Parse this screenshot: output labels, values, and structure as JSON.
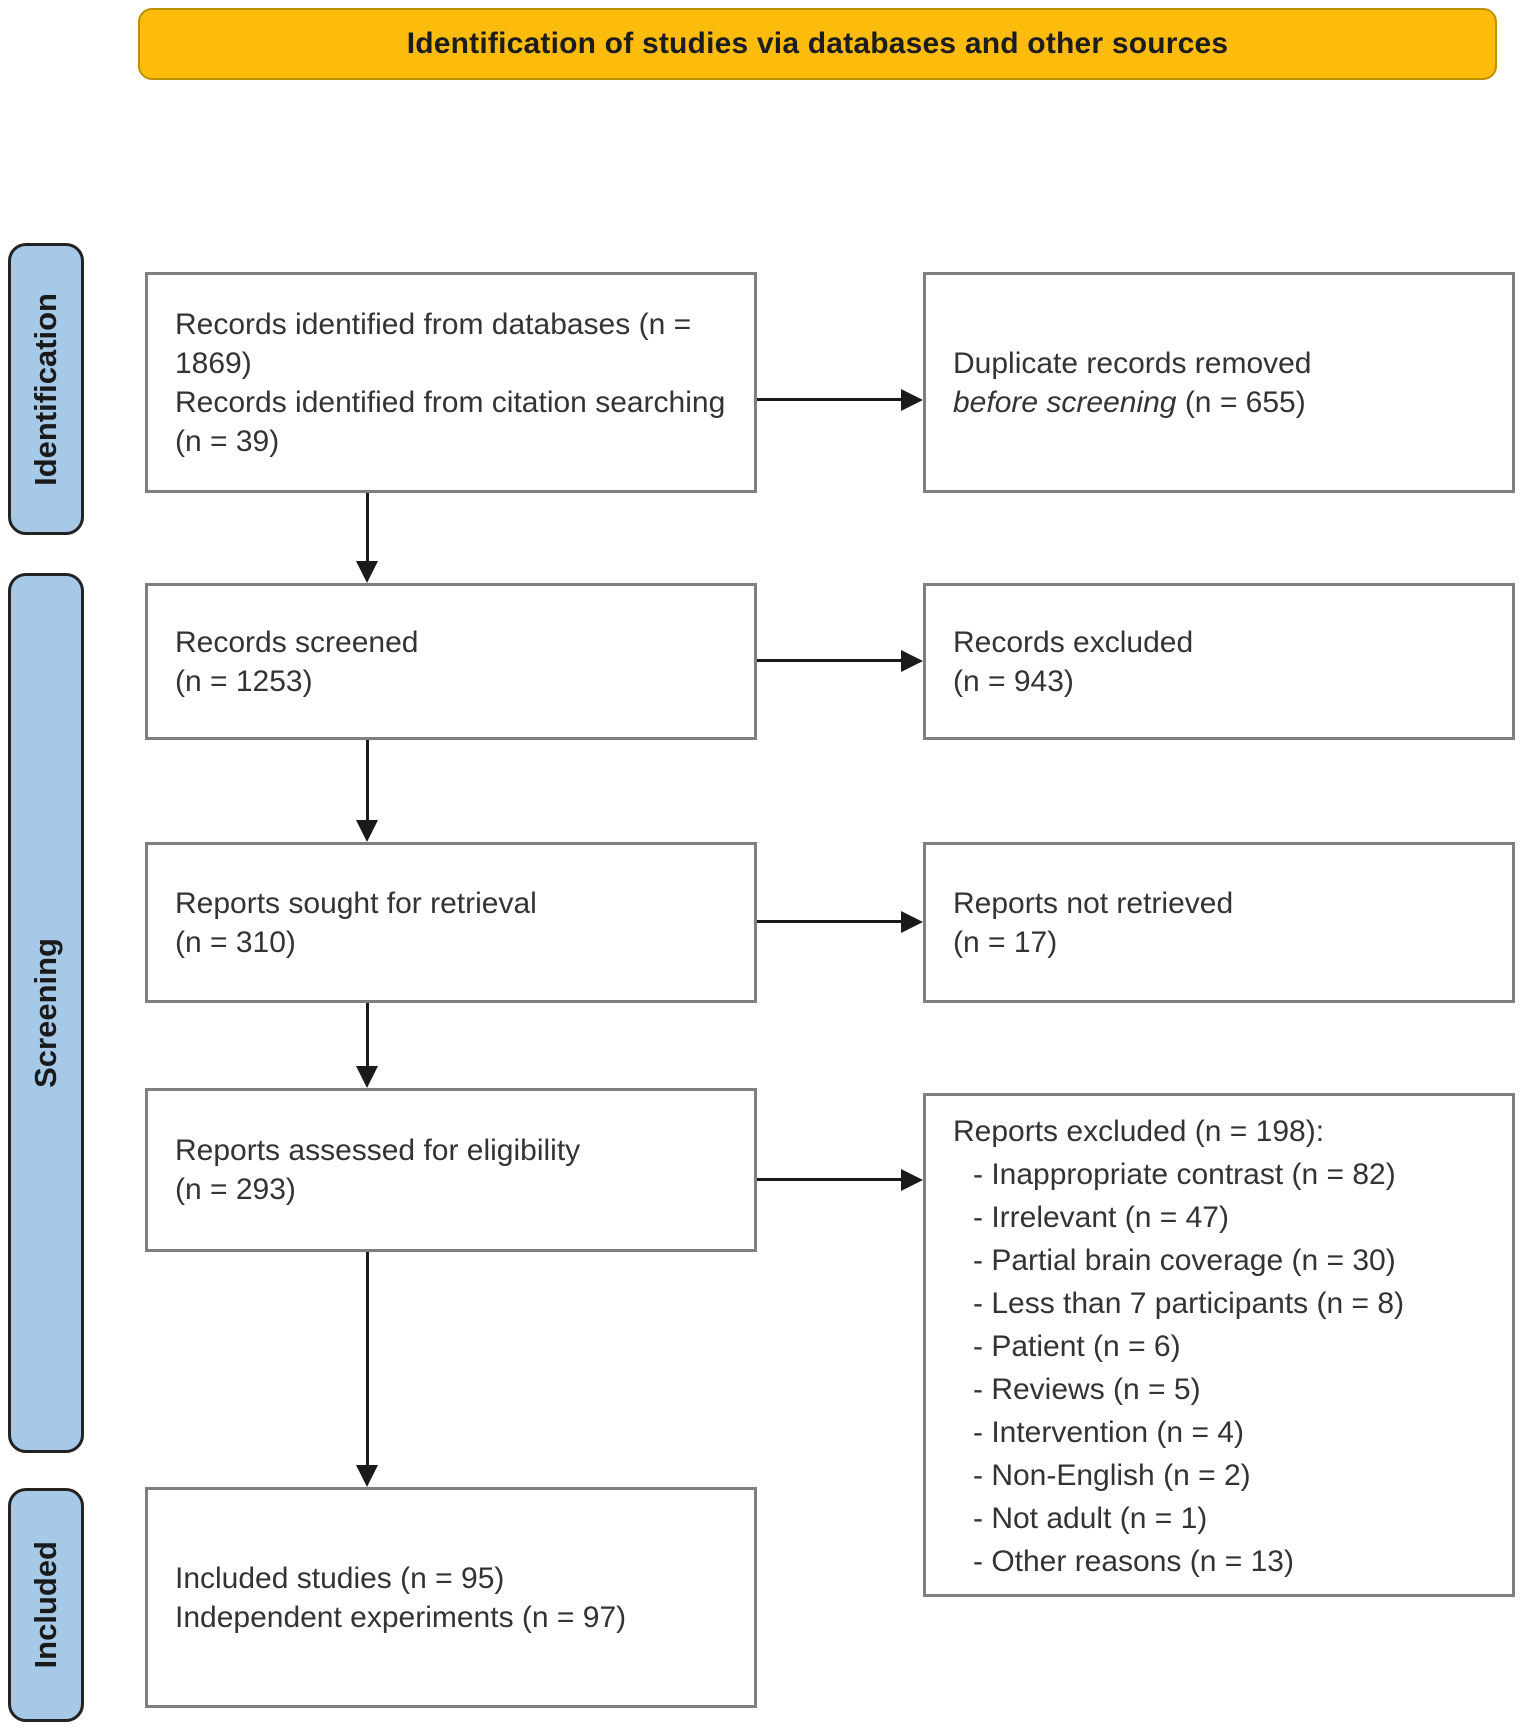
{
  "header": {
    "title": "Identification of studies via databases and other sources"
  },
  "sidebar": {
    "stages": [
      {
        "label": "Identification"
      },
      {
        "label": "Screening"
      },
      {
        "label": "Included"
      }
    ]
  },
  "boxes": {
    "identified": {
      "line1": "Records identified from databases (n = 1869)",
      "line2": "Records identified from citation searching (n = 39)"
    },
    "duplicates_removed": {
      "line1": "Duplicate records removed",
      "line2_italic": "before screening",
      "line2_rest": " (n = 655)"
    },
    "screened": {
      "line1": "Records screened",
      "line2": "(n = 1253)"
    },
    "records_excluded": {
      "line1": "Records excluded",
      "line2": "(n = 943)"
    },
    "sought": {
      "line1": "Reports sought for retrieval",
      "line2": "(n = 310)"
    },
    "not_retrieved": {
      "line1": "Reports not retrieved",
      "line2": "(n = 17)"
    },
    "assessed": {
      "line1": "Reports assessed for eligibility",
      "line2": "(n = 293)"
    },
    "reports_excluded": {
      "title": "Reports excluded (n = 198):",
      "items": [
        "- Inappropriate contrast (n = 82)",
        "- Irrelevant (n = 47)",
        "- Partial brain coverage (n = 30)",
        "- Less than 7 participants (n = 8)",
        "- Patient (n = 6)",
        "- Reviews (n = 5)",
        "- Intervention (n = 4)",
        "- Non-English (n = 2)",
        "- Not adult (n = 1)",
        "- Other reasons (n = 13)"
      ]
    },
    "included": {
      "line1": "Included studies (n = 95)",
      "line2": "Independent experiments (n = 97)"
    }
  },
  "colors": {
    "banner_fill": "#FDBB0C",
    "banner_border": "#BE8F00",
    "stage_fill": "#A6C9E8",
    "stage_border": "#222222",
    "flowbox_border": "#7F7F7F",
    "arrow": "#1A1A1A",
    "text": "#333333"
  }
}
